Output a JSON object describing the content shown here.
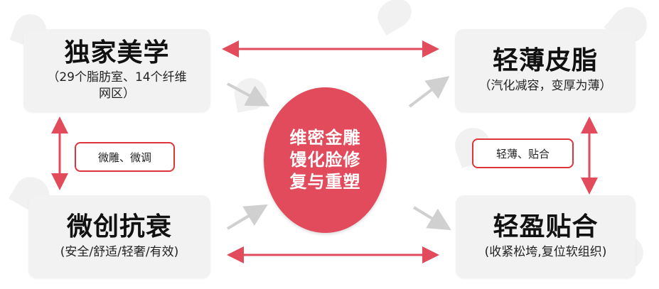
{
  "boxes": {
    "top_left": {
      "title": "独家美学",
      "sub_line1": "（29个脂肪室、14个纤维",
      "sub_line2": "网区）"
    },
    "top_right": {
      "title": "轻薄皮脂",
      "sub_line1": "（汽化减容，变厚为薄）"
    },
    "bottom_left": {
      "title": "微创抗衰",
      "sub_line1": "(安全/舒适/轻奢/有效)"
    },
    "bottom_right": {
      "title": "轻盈贴合",
      "sub_line1": "(收紧松垮,复位软组织)"
    }
  },
  "tags": {
    "left": "微雕、微调",
    "right": "轻薄、贴合"
  },
  "center": {
    "line1": "维密金雕",
    "line2": "馒化脸修",
    "line3": "复与重塑"
  },
  "colors": {
    "accent_red": "#e0343b",
    "circle_red": "#e14b5c",
    "gray_arrow": "#d0d0d0"
  }
}
